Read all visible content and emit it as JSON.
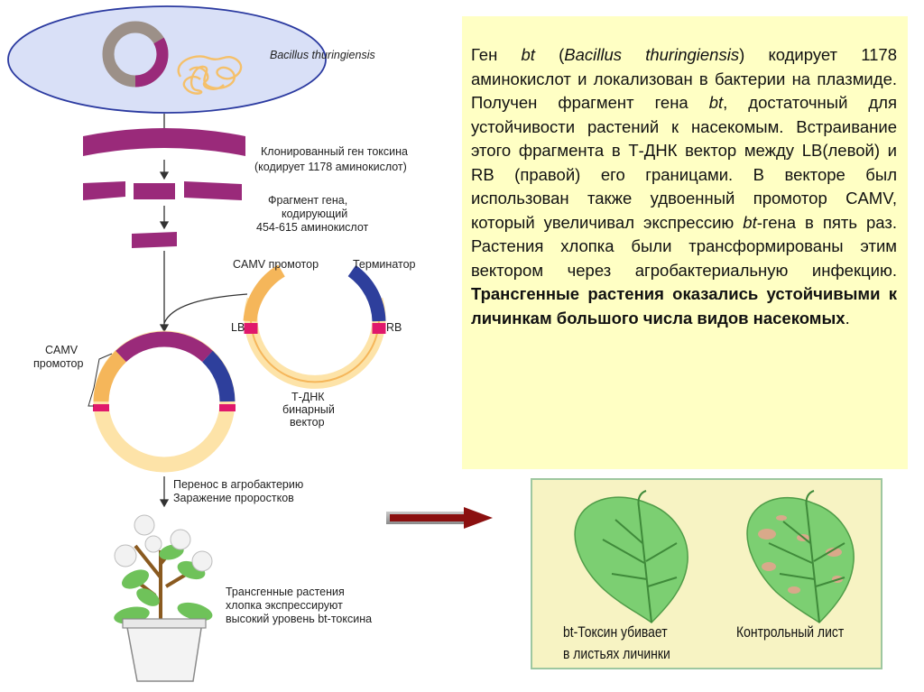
{
  "diagram": {
    "bacterium_label": "Bacillus thuringiensis",
    "cloned_gene_line1": "Клонированный ген токсина",
    "cloned_gene_line2": "(кодирует 1178 аминокислот)",
    "fragment_line1": "Фрагмент гена,",
    "fragment_line2": "кодирующий",
    "fragment_line3": "454-615 аминокислот",
    "camv_promoter_top": "CAMV промотор",
    "terminator": "Терминатор",
    "lb": "LB",
    "rb": "RB",
    "camv_left_line1": "CAMV",
    "camv_left_line2": "промотор",
    "tdna_line1": "Т-ДНК",
    "tdna_line2": "бинарный",
    "tdna_line3": "вектор",
    "transfer_line1": "Перенос в агробактерию",
    "transfer_line2": "Заражение проростков",
    "transgenic_line1": "Трансгенные растения",
    "transgenic_line2": "хлопка экспрессируют",
    "transgenic_line3": "высокий уровень bt-токсина"
  },
  "textbox": {
    "p1": "Ген ",
    "p1_it1": "bt",
    "p2": " (",
    "p2_it": "Bacillus thuringiensis",
    "p3": ") кодирует 1178 аминокислот и локализован в бактерии на плазмиде. Получен фрагмент гена ",
    "p3_it": "bt",
    "p4": ", достаточный для устойчивости растений к насекомым. Встраивание этого фрагмента в Т-ДНК вектор между LB(левой) и RB (правой) его границами. В векторе был использован также удвоенный промотор CAMV, который увеличивал экспрессию ",
    "p4_it": "bt",
    "p5": "-гена в пять раз. Растения хлопка были трансформированы этим вектором через агробактериальную инфекцию. ",
    "bold": "Трансгенные растения оказались устойчивыми к личинкам большого числа видов насекомых",
    "end": "."
  },
  "leaves": {
    "left_line1": "bt-Токсин убивает",
    "left_line2": "в листьях личинки",
    "right_label": "Контрольный лист"
  },
  "colors": {
    "magenta": "#9a2a7a",
    "orange": "#f5b65a",
    "cream": "#fde3a8",
    "blue": "#2e3f9c",
    "pink": "#e0186c",
    "gray_plasmid": "#9c9088",
    "textbox_bg": "#ffffc4",
    "leaf_green": "#7ccf72",
    "arrow_red": "#8b1010"
  }
}
